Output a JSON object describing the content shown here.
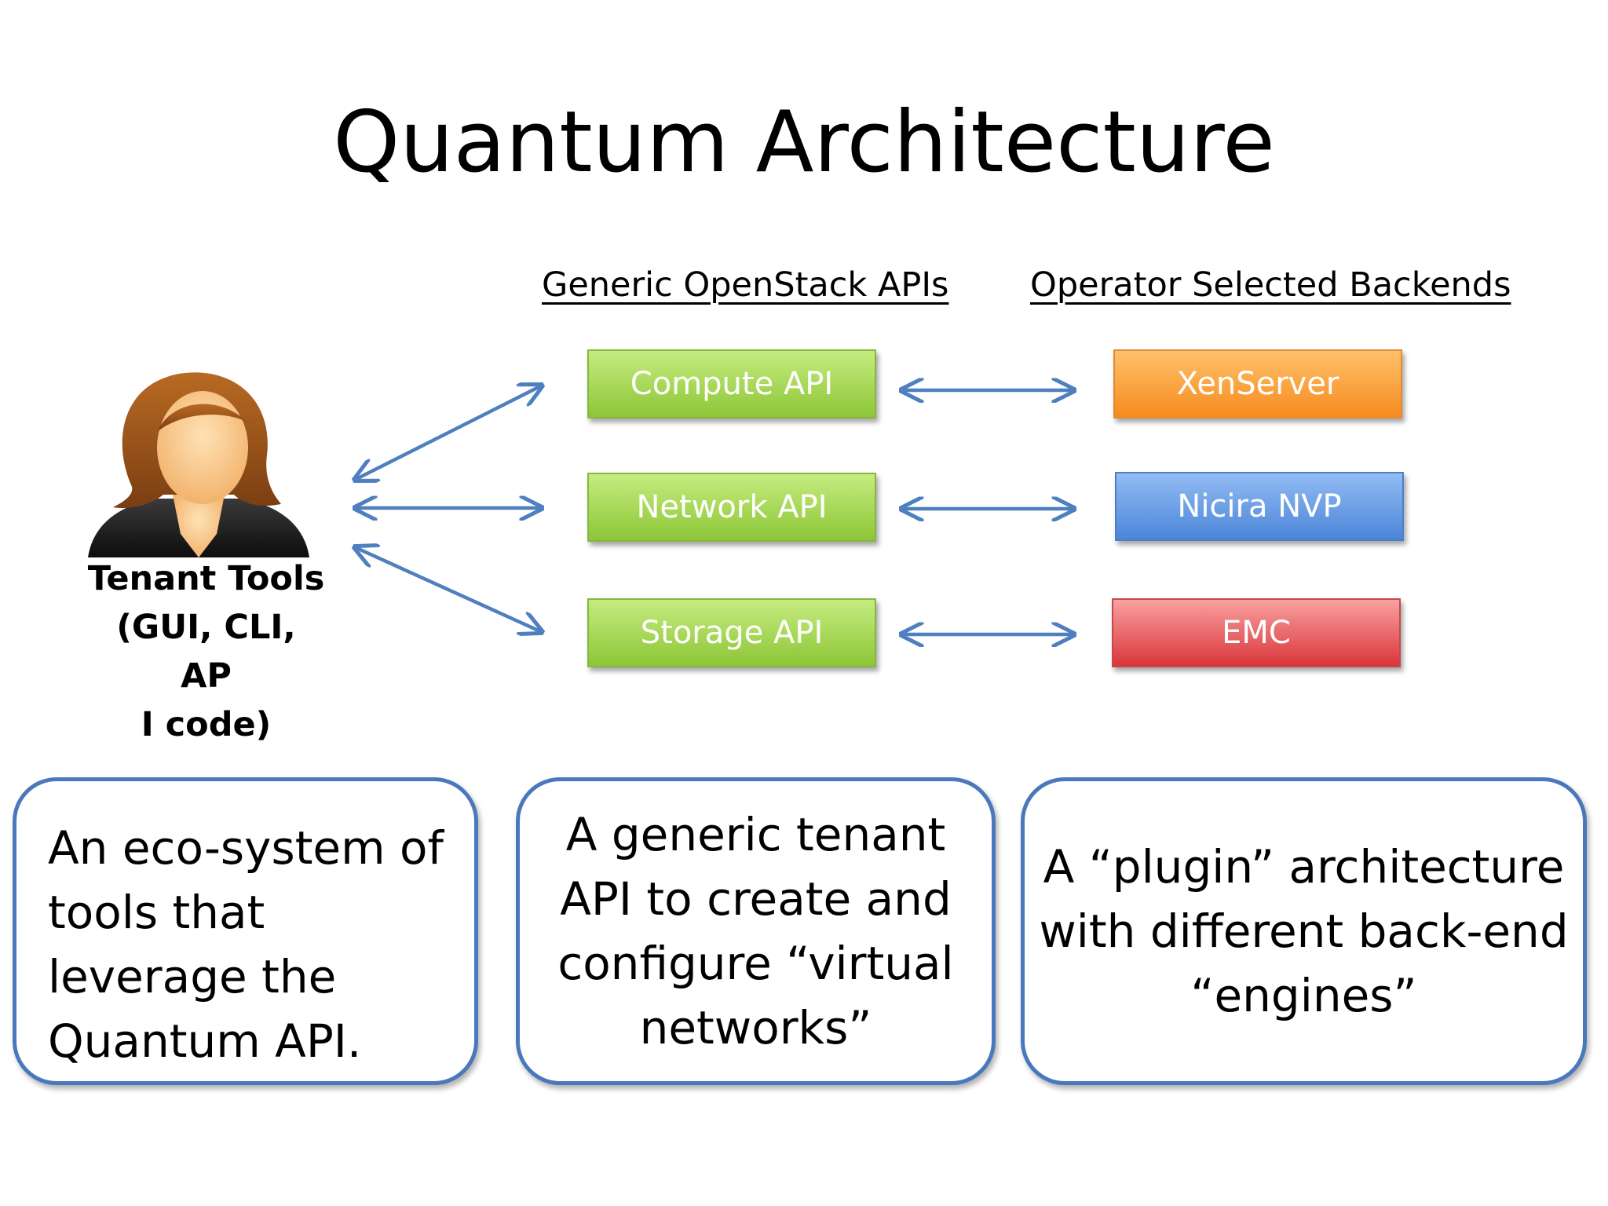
{
  "slide": {
    "title": "Quantum Architecture",
    "headers": {
      "apis": "Generic OpenStack APIs",
      "backends": "Operator Selected Backends"
    },
    "apis": [
      {
        "label": "Compute API"
      },
      {
        "label": "Network API"
      },
      {
        "label": "Storage API"
      }
    ],
    "backends": [
      {
        "label": "XenServer",
        "color": "#f68b1f"
      },
      {
        "label": "Nicira NVP",
        "color": "#4c85d8"
      },
      {
        "label": "EMC",
        "color": "#d9363b"
      }
    ],
    "tenant": {
      "icon": "user-icon",
      "label_lines": [
        "Tenant Tools",
        "(GUI, CLI, AP",
        "I code)"
      ]
    },
    "callouts": [
      {
        "text": "An eco-system of tools that leverage the Quantum API."
      },
      {
        "text": "A generic tenant API to create and configure “virtual networks”"
      },
      {
        "text": "A “plugin” architecture with different back-end “engines”"
      }
    ],
    "colors": {
      "api_box": "#8dc637",
      "arrow": "#4f7fbf",
      "callout_border": "#4a78bc"
    }
  }
}
